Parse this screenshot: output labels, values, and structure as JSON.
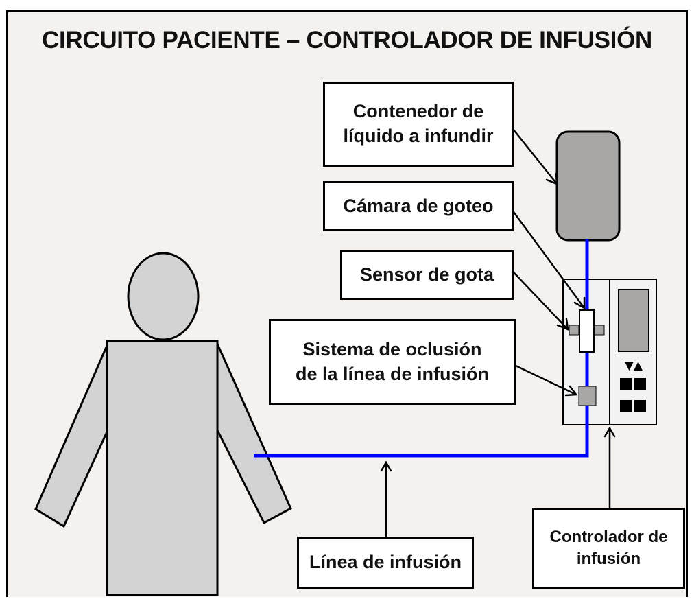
{
  "title": "CIRCUITO PACIENTE – CONTROLADOR DE INFUSIÓN",
  "colors": {
    "infusion_line": "#0000ff",
    "body_fill": "#d3d3d3",
    "container_fill": "#a9a6a6",
    "panel_fill": "#f2f2f2",
    "background": "#f4f1ef"
  },
  "labels": {
    "container": {
      "line1": "Contenedor de",
      "line2": "líquido a infundir"
    },
    "drip_chamber": {
      "line1": "Cámara de goteo"
    },
    "drop_sensor": {
      "line1": "Sensor de gota"
    },
    "occlusion": {
      "line1": "Sistema de oclusión",
      "line2": "de la línea de infusión"
    },
    "infusion_line": {
      "line1": "Línea de infusión"
    },
    "controller": {
      "line1": "Controlador de",
      "line2": "infusión"
    }
  },
  "controller_panel": {
    "arrows_glyph": "▼▲"
  }
}
